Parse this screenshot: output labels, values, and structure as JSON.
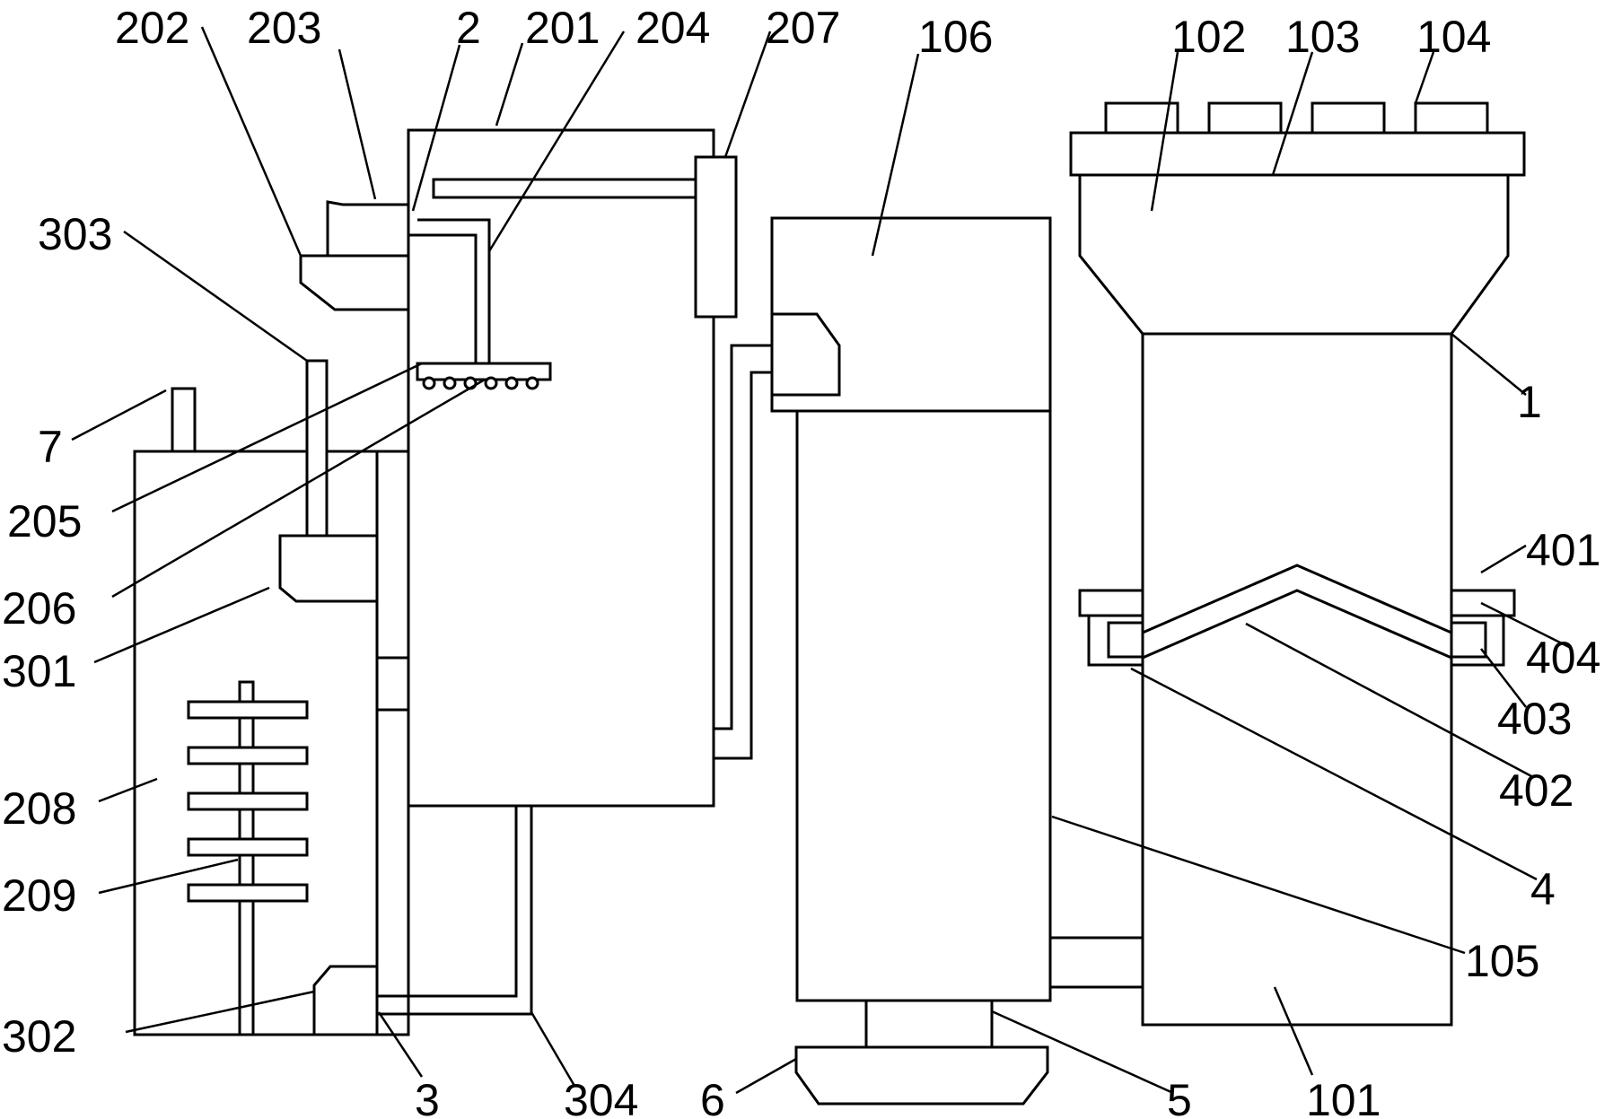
{
  "labels": {
    "l202": "202",
    "l203": "203",
    "l2": "2",
    "l201": "201",
    "l204": "204",
    "l207": "207",
    "l106": "106",
    "l102": "102",
    "l103": "103",
    "l104": "104",
    "l303": "303",
    "l1": "1",
    "l7": "7",
    "l205": "205",
    "l206": "206",
    "l301": "301",
    "l401": "401",
    "l404": "404",
    "l403": "403",
    "l402": "402",
    "l208": "208",
    "l209": "209",
    "l4": "4",
    "l105": "105",
    "l302": "302",
    "l3": "3",
    "l304": "304",
    "l6": "6",
    "l5": "5",
    "l101": "101"
  }
}
